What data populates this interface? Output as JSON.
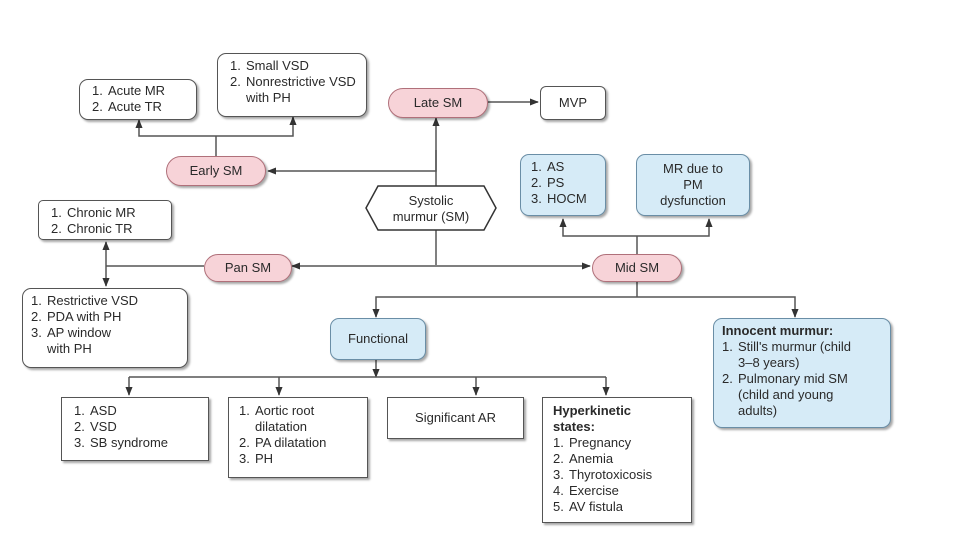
{
  "diagram": {
    "title": "Systolic murmur classification",
    "root": {
      "line1": "Systolic",
      "line2": "murmur (SM)"
    },
    "categories": {
      "early": "Early SM",
      "late": "Late SM",
      "pan": "Pan SM",
      "mid": "Mid SM"
    },
    "early_children": {
      "acute": [
        "Acute MR",
        "Acute TR"
      ],
      "vsd": [
        "Small VSD",
        "Nonrestrictive VSD with PH"
      ]
    },
    "late_children": {
      "mvp": "MVP"
    },
    "pan_children": {
      "chronic": [
        "Chronic MR",
        "Chronic TR"
      ],
      "shunts": [
        "Restrictive VSD",
        "PDA with PH",
        "AP window with PH"
      ]
    },
    "mid_children": {
      "obstructive": [
        "AS",
        "PS",
        "HOCM"
      ],
      "mr_pm": {
        "line1": "MR due to",
        "line2": "PM",
        "line3": "dysfunction"
      },
      "functional": "Functional",
      "innocent": {
        "heading": "Innocent murmur:",
        "items": [
          "Still's murmur (child 3–8 years)",
          "Pulmonary mid SM (child and young adults)"
        ]
      }
    },
    "functional_children": {
      "shunts": [
        "ASD",
        "VSD",
        "SB syndrome"
      ],
      "dilatation": [
        "Aortic root dilatation",
        "PA dilatation",
        "PH"
      ],
      "ar": "Significant AR",
      "hyperkinetic": {
        "heading": "Hyperkinetic states:",
        "items": [
          "Pregnancy",
          "Anemia",
          "Thyrotoxicosis",
          "Exercise",
          "AV fistula"
        ]
      }
    },
    "colors": {
      "timing_node_fill": "#f7d3d8",
      "mid_branch_fill": "#d6ebf7",
      "line": "#555555"
    }
  }
}
